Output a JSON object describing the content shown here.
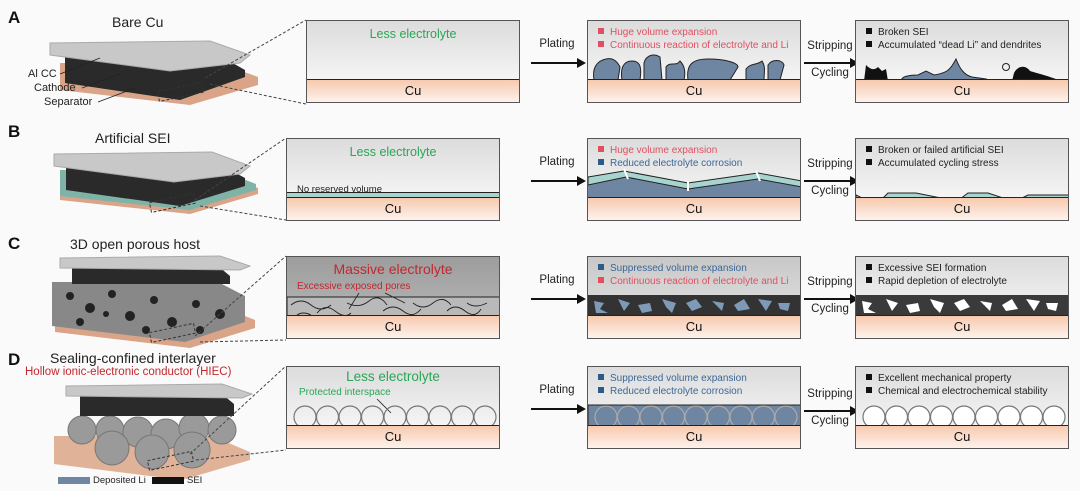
{
  "colors": {
    "green_text": "#2aa657",
    "red_text": "#e05060",
    "dark_red_text": "#c0282e",
    "blue_text": "#3b6796",
    "deposited_li": "#6f86a2",
    "sei": "#111111",
    "cu_top": "#f7c9ae",
    "artificial_sei": "#a8d4cf"
  },
  "common": {
    "cu_label": "Cu",
    "plating_label": "Plating",
    "stripping_label": "Stripping",
    "cycling_label": "Cycling"
  },
  "rows": [
    {
      "letter": "A",
      "title": "Bare Cu",
      "cell_labels": [
        "Al CC",
        "Cathode",
        "Separator"
      ],
      "initial_text": "Less electrolyte",
      "plated_bullets": [
        {
          "text": "Huge volume expansion",
          "color": "red"
        },
        {
          "text": "Continuous reaction of electrolyte and Li",
          "color": "red"
        }
      ],
      "cycled_bullets": [
        {
          "text": "Broken SEI",
          "color": "black"
        },
        {
          "text": "Accumulated “dead Li” and dendrites",
          "color": "black"
        }
      ]
    },
    {
      "letter": "B",
      "title": "Artificial SEI",
      "initial_text": "Less electrolyte",
      "initial_note": "No reserved volume",
      "plated_bullets": [
        {
          "text": "Huge volume expansion",
          "color": "red"
        },
        {
          "text": "Reduced electrolyte corrosion",
          "color": "blue"
        }
      ],
      "cycled_bullets": [
        {
          "text": "Broken or failed artificial SEI",
          "color": "black"
        },
        {
          "text": "Accumulated cycling stress",
          "color": "black"
        }
      ]
    },
    {
      "letter": "C",
      "title": "3D open porous host",
      "initial_text": "Massive electrolyte",
      "initial_note": "Excessive exposed pores",
      "plated_bullets": [
        {
          "text": "Suppressed volume expansion",
          "color": "blue"
        },
        {
          "text": "Continuous reaction of electrolyte and Li",
          "color": "red"
        }
      ],
      "cycled_bullets": [
        {
          "text": "Excessive SEI formation",
          "color": "black"
        },
        {
          "text": "Rapid depletion of electrolyte",
          "color": "black"
        }
      ]
    },
    {
      "letter": "D",
      "title": "Sealing-confined interlayer",
      "subtitle": "Hollow ionic-electronic conductor (HIEC)",
      "initial_text": "Less electrolyte",
      "initial_note": "Protected interspace",
      "plated_bullets": [
        {
          "text": "Suppressed volume expansion",
          "color": "blue"
        },
        {
          "text": "Reduced electrolyte corrosion",
          "color": "blue"
        }
      ],
      "cycled_bullets": [
        {
          "text": "Excellent mechanical property",
          "color": "black"
        },
        {
          "text": "Chemical and electrochemical stability",
          "color": "black"
        }
      ]
    }
  ],
  "legend": [
    {
      "label": "Deposited Li",
      "color": "#6f86a2"
    },
    {
      "label": "SEI",
      "color": "#111111"
    }
  ]
}
